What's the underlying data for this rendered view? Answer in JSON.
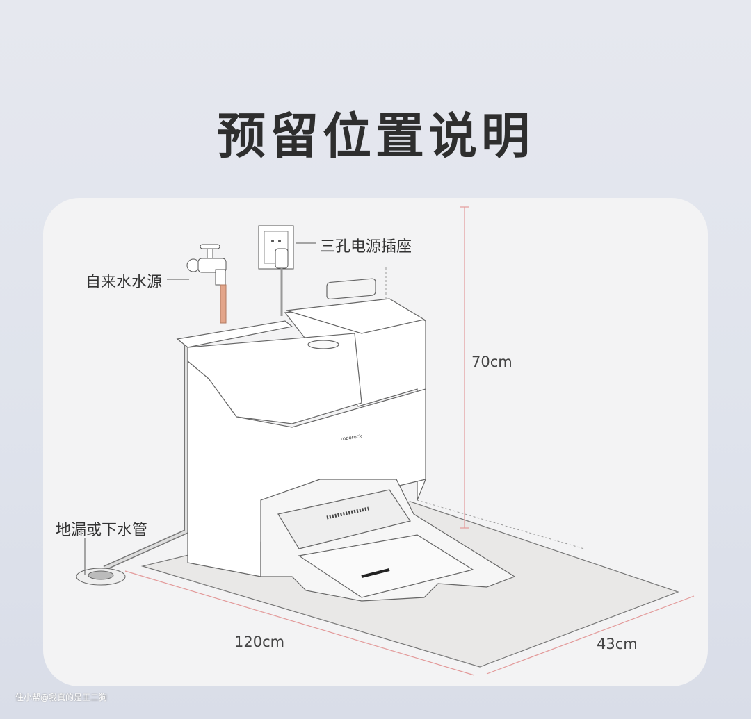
{
  "title": "预留位置说明",
  "labels": {
    "socket": "三孔电源插座",
    "water_source": "自来水水源",
    "drain": "地漏或下水管"
  },
  "dimensions": {
    "height": "70cm",
    "width": "120cm",
    "depth": "43cm"
  },
  "brand_logo": "roborock",
  "watermark": "住小帮@我真的是王二狗",
  "colors": {
    "dimension_line": "#e39a9a",
    "water_pipe": "#e3a58a"
  }
}
